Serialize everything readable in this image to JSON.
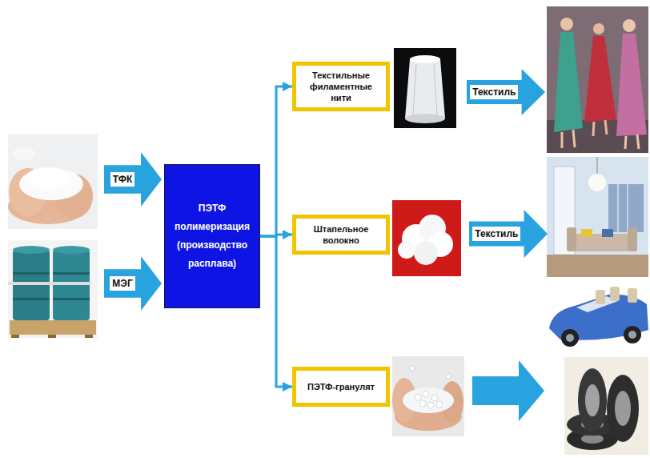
{
  "diagram": {
    "nodes": [
      {
        "text": [
          "ТФК"
        ]
      },
      {
        "text": [
          "МЭГ"
        ]
      },
      {
        "text": [
          "ПЭТФ полимеризация (производство расплава)"
        ]
      },
      {
        "text": [
          "Текстильные филаментные нити"
        ]
      },
      {
        "text": [
          "Текстиль"
        ]
      },
      {
        "text": [
          "Штапельное волокно"
        ]
      },
      {
        "text": [
          "Текстиль"
        ]
      },
      {
        "text": [
          "ПЭТФ-гранулят"
        ]
      }
    ],
    "edges": [
      {
        "from": 2,
        "to": 3,
        "arrow": "to"
      },
      {
        "from": 2,
        "to": 5,
        "arrow": "to"
      },
      {
        "from": 2,
        "to": 7,
        "arrow": "to"
      }
    ]
  }
}
